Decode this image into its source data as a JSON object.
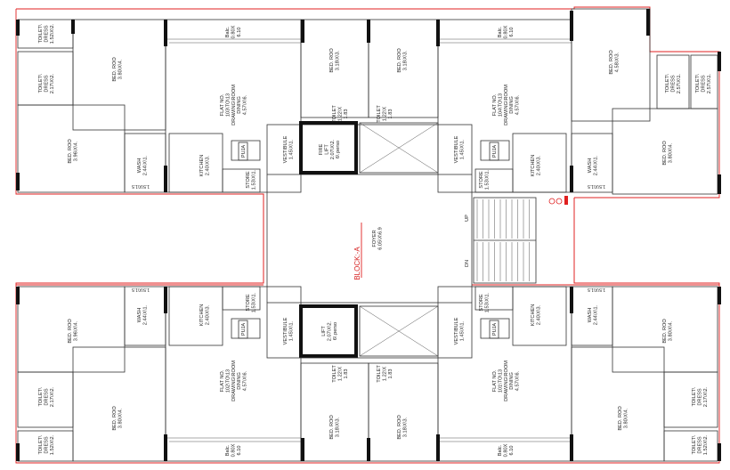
{
  "block": {
    "title": "BLOCK:-A"
  },
  "foyer": [
    "FOYER",
    "6.05\\X\\6.9"
  ],
  "dims": {
    "x": "X",
    "dn": "DN",
    "up": "UP"
  },
  "rooms": {
    "t_bed1": [
      "BED. ROO",
      "3.80\\X\\4."
    ],
    "t_bed2": [
      "BED. ROO",
      "3.96\\X\\4."
    ],
    "t_toilet1": [
      "TOILET\\",
      "DRESS",
      "1.52\\X\\2."
    ],
    "t_toilet2": [
      "TOILET\\",
      "DRESS",
      "2.17\\X\\2."
    ],
    "t_flat1": [
      "FLAT NO.",
      "103\\TO\\13",
      "DRAWING\\ROOM",
      "DINING",
      "4.57\\X\\6."
    ],
    "t_flat2": [
      "FLAT NO.",
      "104\\TO\\13",
      "DRAWING\\ROOM",
      "DINING",
      "4.57\\X\\6."
    ],
    "t_balc1": [
      "Balc.",
      "0.80X",
      "6.10"
    ],
    "t_bed3": [
      "BED. ROO",
      "3.18\\X\\3."
    ],
    "t_bed4": [
      "BED. ROO",
      "3.18\\X\\3."
    ],
    "t_kitchen1": [
      "KITCHEN",
      "2.40\\X\\3."
    ],
    "t_wash1": [
      "WASH",
      "2.44\\X\\1."
    ],
    "t_store1": [
      "STORE",
      "1.53\\X\\1."
    ],
    "t_puja": "PUJA",
    "t_vest": [
      "VESTIBULE",
      "1.45\\X\\1."
    ],
    "t_firelift": [
      "FIRE",
      "LIFT",
      "2.07\\X\\2.",
      "6\\ perso"
    ],
    "t_lift": [
      "LIFT",
      "2.07\\X\\2.",
      "6\\ perso"
    ],
    "t_toilet_small": [
      "TOILET",
      "1.22\\X",
      "1.83"
    ],
    "t_bed5": [
      "BED. ROO",
      "4.58\\X\\3."
    ],
    "t_bed6": [
      "BED. ROO",
      "3.80\\X\\4."
    ],
    "t_toilet3": [
      "TOILET\\",
      "DRESS",
      "2.57\\X\\1."
    ],
    "t_flat3": [
      "FLAT NO.",
      "102\\TO\\13",
      "DRAWING\\ROOM",
      "DINING",
      "4.57\\X\\6."
    ],
    "t_flat4": [
      "FLAT NO.",
      "101\\TO\\13",
      "DRAWING\\ROOM",
      "DINING",
      "4.57\\X\\6."
    ],
    "t_cutout": "1.5\\X\\1.5"
  }
}
